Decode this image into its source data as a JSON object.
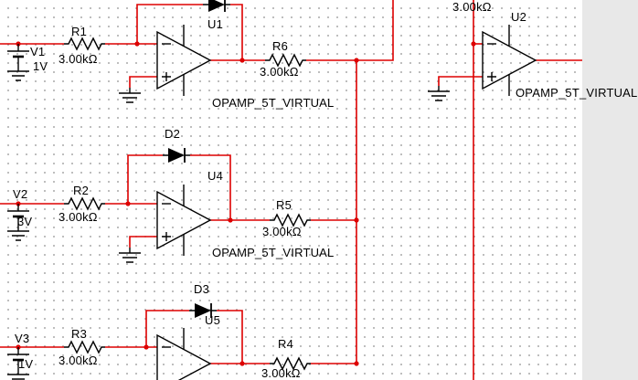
{
  "schematic": {
    "colors": {
      "background": "#ffffff",
      "grid_dot": "#a8a8a8",
      "wire": "#dd0000",
      "symbol": "#000000",
      "label": "#000000"
    },
    "components": {
      "v1": {
        "ref": "V1",
        "value": "1V"
      },
      "r1": {
        "ref": "R1",
        "value": "3.00kΩ"
      },
      "u1": {
        "ref": "U1",
        "model": "OPAMP_5T_VIRTUAL"
      },
      "r6": {
        "ref": "R6",
        "value": "3.00kΩ"
      },
      "d2": {
        "ref": "D2"
      },
      "v2": {
        "ref": "V2",
        "value": "3V"
      },
      "r2": {
        "ref": "R2",
        "value": "3.00kΩ"
      },
      "u4": {
        "ref": "U4",
        "model": "OPAMP_5T_VIRTUAL"
      },
      "r5": {
        "ref": "R5",
        "value": "3.00kΩ"
      },
      "d3": {
        "ref": "D3"
      },
      "u5": {
        "ref": "U5"
      },
      "v3": {
        "ref": "V3",
        "value": "1V"
      },
      "r3": {
        "ref": "R3",
        "value": "3.00kΩ"
      },
      "r4": {
        "ref": "R4",
        "value": "3.00kΩ"
      },
      "r7": {
        "value": "3.00kΩ"
      },
      "u2": {
        "ref": "U2",
        "model": "OPAMP_5T_VIRTUAL"
      }
    }
  }
}
